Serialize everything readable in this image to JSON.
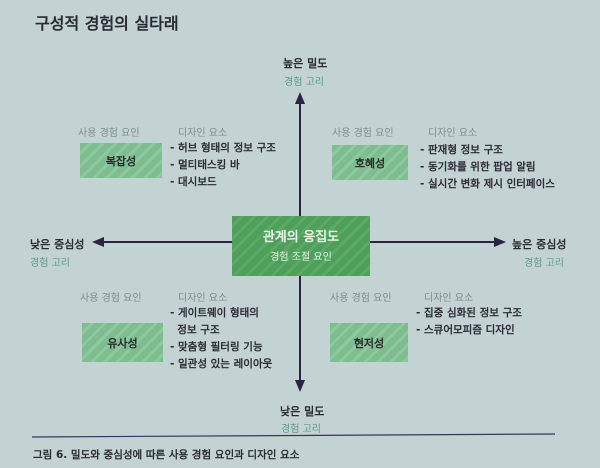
{
  "title": "구성적 경험의 실타래",
  "axes": {
    "top": {
      "label": "높은 밀도",
      "sub": "경험 고리"
    },
    "bottom": {
      "label": "낮은 밀도",
      "sub": "경험 고리"
    },
    "left": {
      "label": "낮은 중심성",
      "sub": "경험 고리"
    },
    "right": {
      "label": "높은 중심성",
      "sub": "경험 고리"
    }
  },
  "center": {
    "label": "관계의 응집도",
    "sub": "경험 조절 요인"
  },
  "factor_header": "사용 경험 요인",
  "design_header": "디자인 요소",
  "quadrants": [
    {
      "factor": "복잡성",
      "items": [
        "- 허브 형태의 정보 구조",
        "- 멀티태스킹 바",
        "- 대시보드"
      ]
    },
    {
      "factor": "호혜성",
      "items": [
        "- 판재형 정보 구조",
        "- 동기화를 위한 팝업 알림",
        "- 실시간 변화 제시 인터페이스"
      ]
    },
    {
      "factor": "유사성",
      "items": [
        "- 게이트웨이 형태의",
        "  정보 구조",
        "- 맞춤형 필터링 기능",
        "- 일관성 있는 레이아웃"
      ]
    },
    {
      "factor": "현저성",
      "items": [
        "- 집중 심화된 정보 구조",
        "- 스큐어모피즘 디자인"
      ]
    }
  ],
  "caption": "그림 6.  밀도와 중심성에 따른 사용 경험 요인과 디자인 요소"
}
